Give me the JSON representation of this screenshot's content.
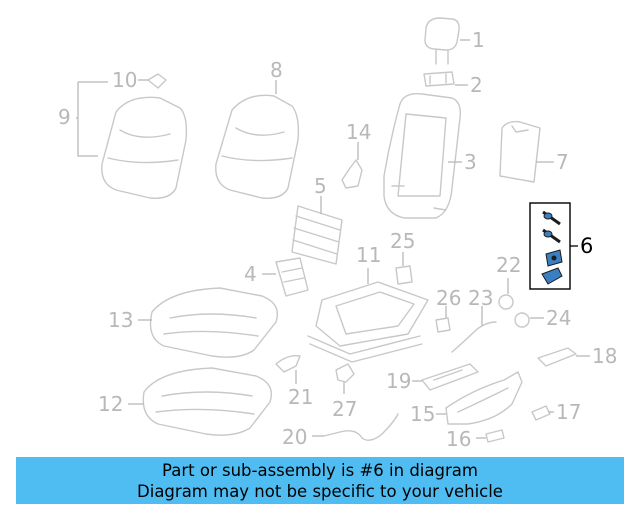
{
  "callouts": {
    "c1": "1",
    "c2": "2",
    "c3": "3",
    "c4": "4",
    "c5": "5",
    "c6": "6",
    "c7": "7",
    "c8": "8",
    "c9": "9",
    "c10": "10",
    "c11": "11",
    "c12": "12",
    "c13": "13",
    "c14": "14",
    "c15": "15",
    "c16": "16",
    "c17": "17",
    "c18": "18",
    "c19": "19",
    "c20": "20",
    "c21": "21",
    "c22": "22",
    "c23": "23",
    "c24": "24",
    "c25": "25",
    "c26": "26",
    "c27": "27"
  },
  "highlight": {
    "part_number": "6",
    "color": "#000000",
    "box_color": "#000000",
    "part_color": "#3a7fc1"
  },
  "colors": {
    "part_outline": "#c8c8c8",
    "callout_text": "#b8b8b8",
    "banner_bg": "#4fbdf2"
  },
  "banner": {
    "line1": "Part or sub-assembly is #6 in diagram",
    "line2": "Diagram may not be specific to your vehicle"
  }
}
